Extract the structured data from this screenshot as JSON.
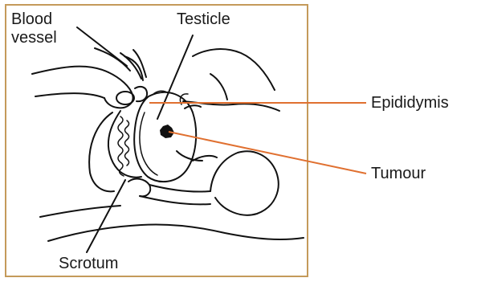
{
  "labels": {
    "blood_vessel": [
      "Blood",
      "vessel"
    ],
    "testicle": "Testicle",
    "epididymis": "Epididymis",
    "tumour": "Tumour",
    "scrotum": "Scrotum"
  },
  "colors": {
    "frame": "#c49a5a",
    "callout_line": "#e07030",
    "ink": "#111111"
  }
}
